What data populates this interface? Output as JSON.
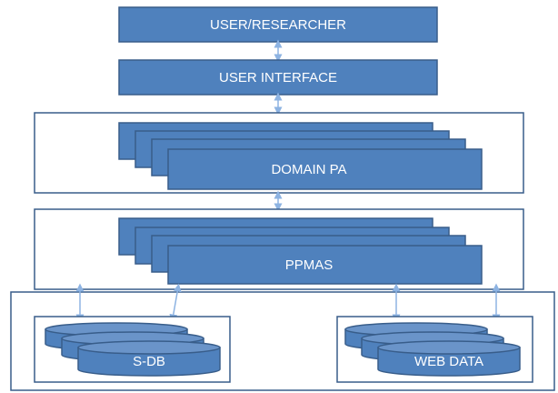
{
  "nodes": {
    "user": "USER/RESEARCHER",
    "interface": "USER INTERFACE",
    "domain": "DOMAIN PA",
    "ppmas": "PPMAS",
    "sdb": "S-DB",
    "web": "WEB DATA"
  },
  "colors": {
    "box_fill": "#4f81bd",
    "box_stroke": "#385d8a",
    "arrow": "#8db3e2"
  }
}
